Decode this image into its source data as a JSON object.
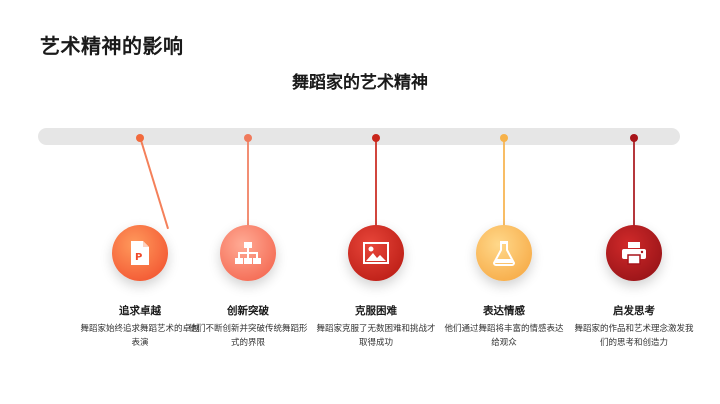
{
  "slide_title": "艺术精神的影响",
  "main_heading": "舞蹈家的艺术精神",
  "steps": [
    {
      "label": "追求卓越",
      "desc": "舞蹈家始终追求舞蹈艺术的卓越表演",
      "icon": "presentation-file-icon",
      "color": "#f26a3d"
    },
    {
      "label": "创新突破",
      "desc": "他们不断创新并突破传统舞蹈形式的界限",
      "icon": "org-chart-icon",
      "color": "#f07a5c"
    },
    {
      "label": "克服困难",
      "desc": "舞蹈家克服了无数困难和挑战才取得成功",
      "icon": "image-icon",
      "color": "#c9261b"
    },
    {
      "label": "表达情感",
      "desc": "他们通过舞蹈将丰富的情感表达给观众",
      "icon": "flask-icon",
      "color": "#f7b24a"
    },
    {
      "label": "启发思考",
      "desc": "舞蹈家的作品和艺术理念激发我们的思考和创造力",
      "icon": "printer-icon",
      "color": "#a8141a"
    }
  ],
  "colors": {
    "timeline_track": "#e6e6e6",
    "disc_1_light": "#ff8a4c",
    "disc_2_light": "#ff9a80",
    "disc_3_light": "#e0372a",
    "disc_4_light": "#ffd27a",
    "disc_5_light": "#d12a2a"
  }
}
